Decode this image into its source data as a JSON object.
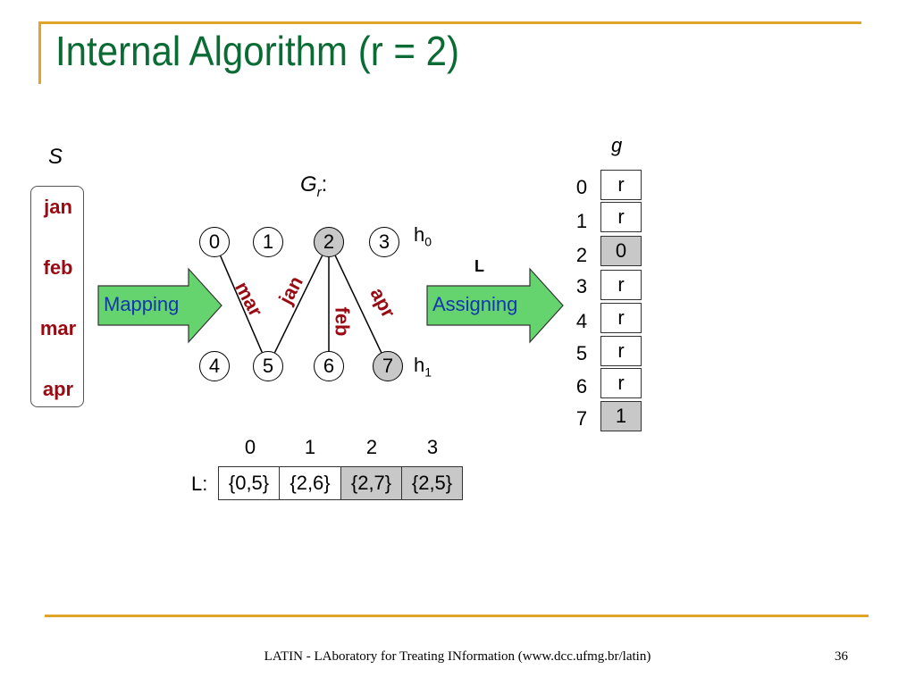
{
  "slide": {
    "title": "Internal Algorithm (r = 2)",
    "footer": "LATIN - LAboratory for Treating INformation (www.dcc.ufmg.br/latin)",
    "page_number": "36"
  },
  "set_s": {
    "label": "S",
    "items": [
      "jan",
      "feb",
      "mar",
      "apr"
    ]
  },
  "graph": {
    "label_main": "G",
    "label_sub": "r",
    "label_suffix": ":",
    "h0_main": "h",
    "h0_sub": "0",
    "h1_main": "h",
    "h1_sub": "1",
    "top_nodes": [
      "0",
      "1",
      "2",
      "3"
    ],
    "bottom_nodes": [
      "4",
      "5",
      "6",
      "7"
    ],
    "highlighted_nodes": [
      "2",
      "7"
    ],
    "edges": [
      {
        "key": "mar",
        "label": "mar",
        "from": "0",
        "to": "5"
      },
      {
        "key": "jan",
        "label": "jan",
        "from": "2",
        "to": "5"
      },
      {
        "key": "feb",
        "label": "feb",
        "from": "2",
        "to": "6"
      },
      {
        "key": "apr",
        "label": "apr",
        "from": "2",
        "to": "7"
      }
    ]
  },
  "arrows": {
    "mapping": "Mapping",
    "assigning": "Assigning",
    "assigning_top_label": "L"
  },
  "g_array": {
    "label": "g",
    "indices": [
      "0",
      "1",
      "2",
      "3",
      "4",
      "5",
      "6",
      "7"
    ],
    "values": [
      "r",
      "r",
      "0",
      "r",
      "r",
      "r",
      "r",
      "1"
    ],
    "highlighted_indices": [
      2,
      7
    ]
  },
  "l_list": {
    "label": "L:",
    "indices": [
      "0",
      "1",
      "2",
      "3"
    ],
    "values": [
      "{0,5}",
      "{2,6}",
      "{2,7}",
      "{2,5}"
    ],
    "highlighted_indices": [
      2,
      3
    ]
  },
  "colors": {
    "title": "#0b6b34",
    "rule": "#e0a526",
    "word": "#9a0a12",
    "arrow_fill": "#66d46e",
    "arrow_text": "#1436b0",
    "highlight": "#c8c8c8"
  }
}
